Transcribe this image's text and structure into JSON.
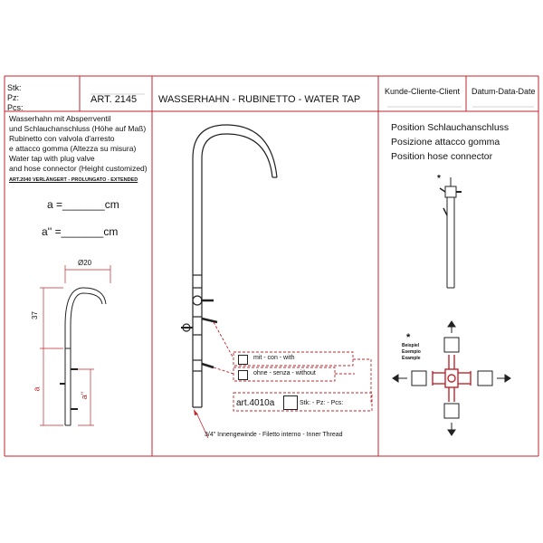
{
  "header": {
    "stk": "Stk:",
    "pz": "Pz:",
    "pcs": "Pcs:",
    "article": "ART. 2145",
    "title": "WASSERHAHN - RUBINETTO - WATER TAP",
    "customer": "Kunde-Cliente-Client",
    "date": "Datum-Data-Date"
  },
  "description": [
    "Wasserhahn mit Absperrventil",
    "und Schlauchanschluss (Höhe auf Maß)",
    "Rubinetto con valvola d'arresto",
    "e attacco gomma (Altezza su misura)",
    "Water tap with plug valve",
    "and hose connector (Height customized)"
  ],
  "extended_note": "ART.2040 VERLÄNGERT - PROLUNGATO - EXTENDED",
  "dimension_a": "a =_______cm",
  "dimension_a2": "a'' =_______cm",
  "small_drawing": {
    "diameter": "Ø20",
    "height_37": "37",
    "label_a": "a",
    "label_a2": "a''"
  },
  "options": {
    "with": "mit - con - with",
    "without": "ohne - senza - without",
    "article": "art.4010a",
    "qty": "Stk: - Pz: - Pcs:"
  },
  "thread_note": "3/4\" Innengewinde - Filetto interno - Inner Thread",
  "position": {
    "line1": "Position Schlauchanschluss",
    "line2": "Posizione attacco gomma",
    "line3": "Position hose connector",
    "asterisk": "*",
    "example_asterisk": "*",
    "example1": "Beispiel",
    "example2": "Esempio",
    "example3": "Example"
  },
  "colors": {
    "accent": "#c0262c",
    "line": "#222222"
  }
}
